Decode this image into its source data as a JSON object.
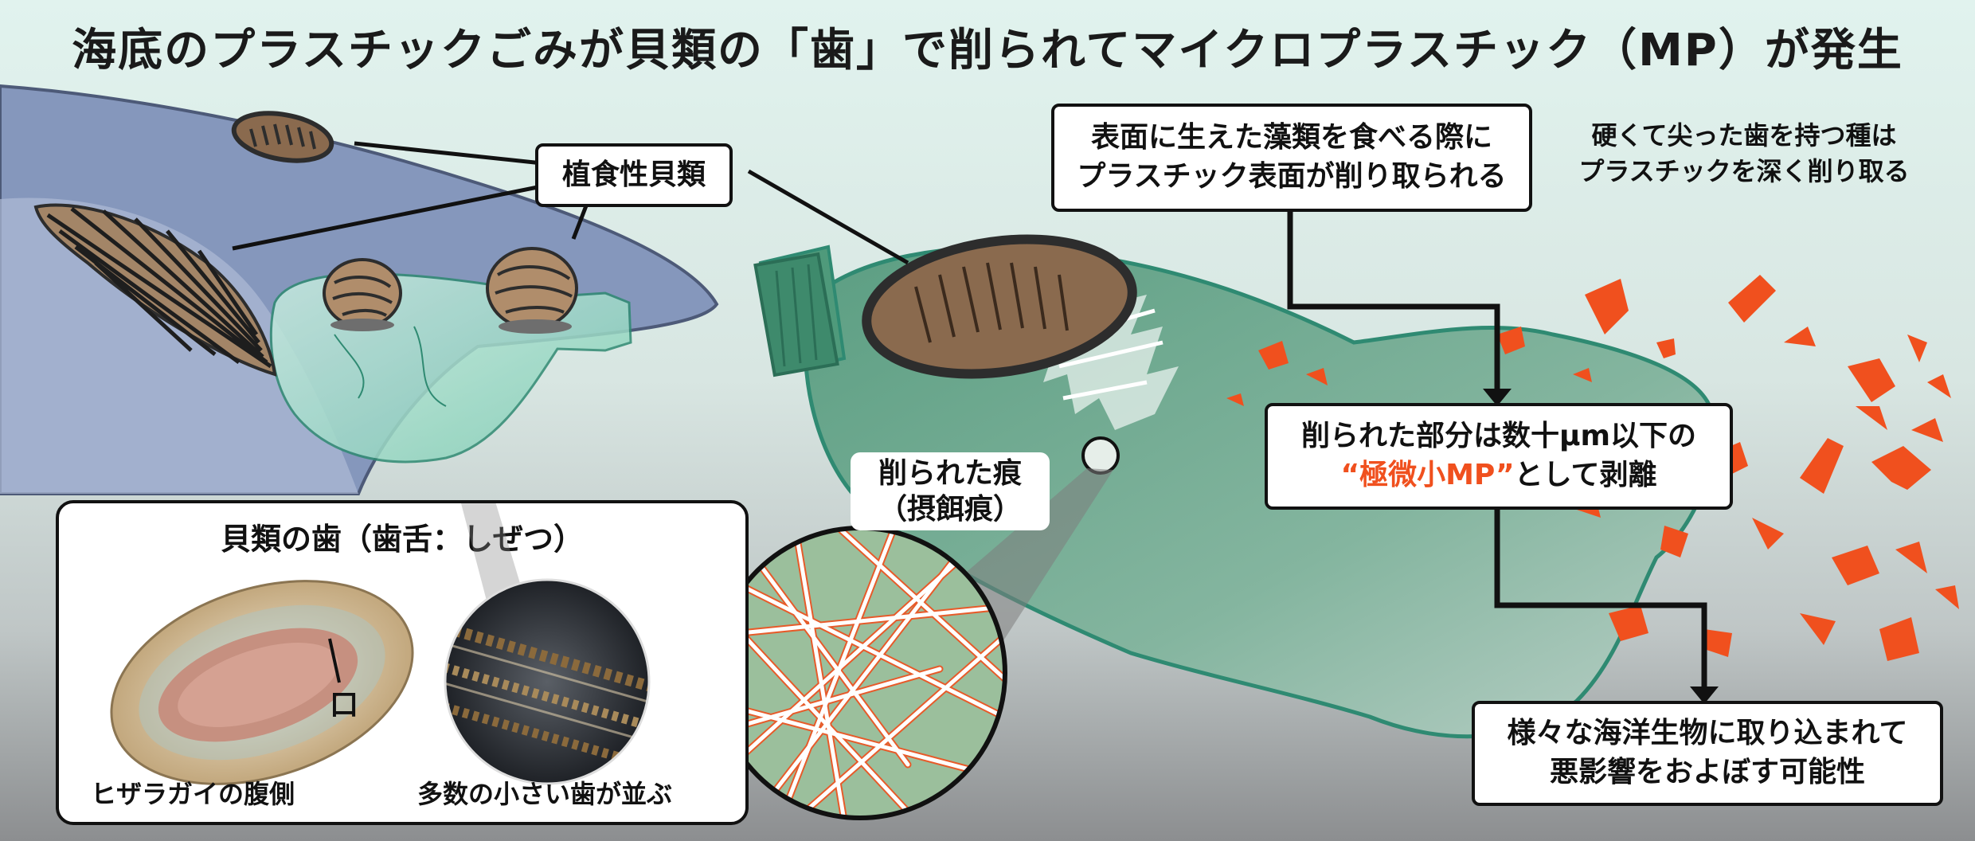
{
  "title": "海底のプラスチックごみが貝類の「歯」で削られてマイクロプラスチック（MP）が発生",
  "labels": {
    "herbivore": "植食性貝類",
    "step1_line1": "表面に生えた藻類を食べる際に",
    "step1_line2": "プラスチック表面が削り取られる",
    "note_line1": "硬くて尖った歯を持つ種は",
    "note_line2": "プラスチックを深く削り取る",
    "step2_line1": "削られた部分は数十µm以下の",
    "step2_accent": "“極微小MP”",
    "step2_suffix": "として剥離",
    "step3_line1": "様々な海洋生物に取り込まれて",
    "step3_line2": "悪影響をおよぼす可能性",
    "scar_line1": "削られた痕",
    "scar_line2": "（摂餌痕）"
  },
  "inset": {
    "title": "貝類の歯（歯舌：しぜつ）",
    "mouth": "口",
    "caption_left": "ヒザラガイの腹側",
    "caption_right": "多数の小さい歯が並ぶ"
  },
  "colors": {
    "accent_orange": "#f0501e",
    "rock_blue": "#8597bc",
    "bottle_green": "#5d9f83",
    "shell_brown": "#8a6a4e"
  }
}
